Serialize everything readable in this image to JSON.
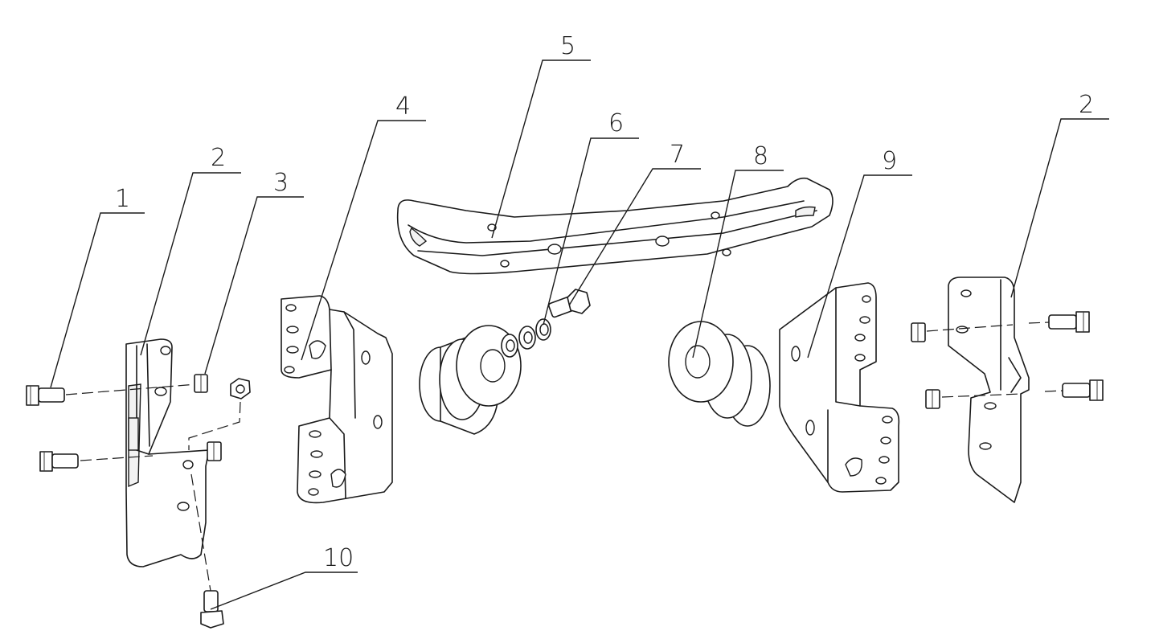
{
  "diagram": {
    "labels": [
      "1",
      "2",
      "3",
      "4",
      "5",
      "6",
      "7",
      "8",
      "9",
      "2",
      "10"
    ]
  },
  "colors": {
    "ink": "#1a1a1a",
    "background": "#ffffff"
  }
}
